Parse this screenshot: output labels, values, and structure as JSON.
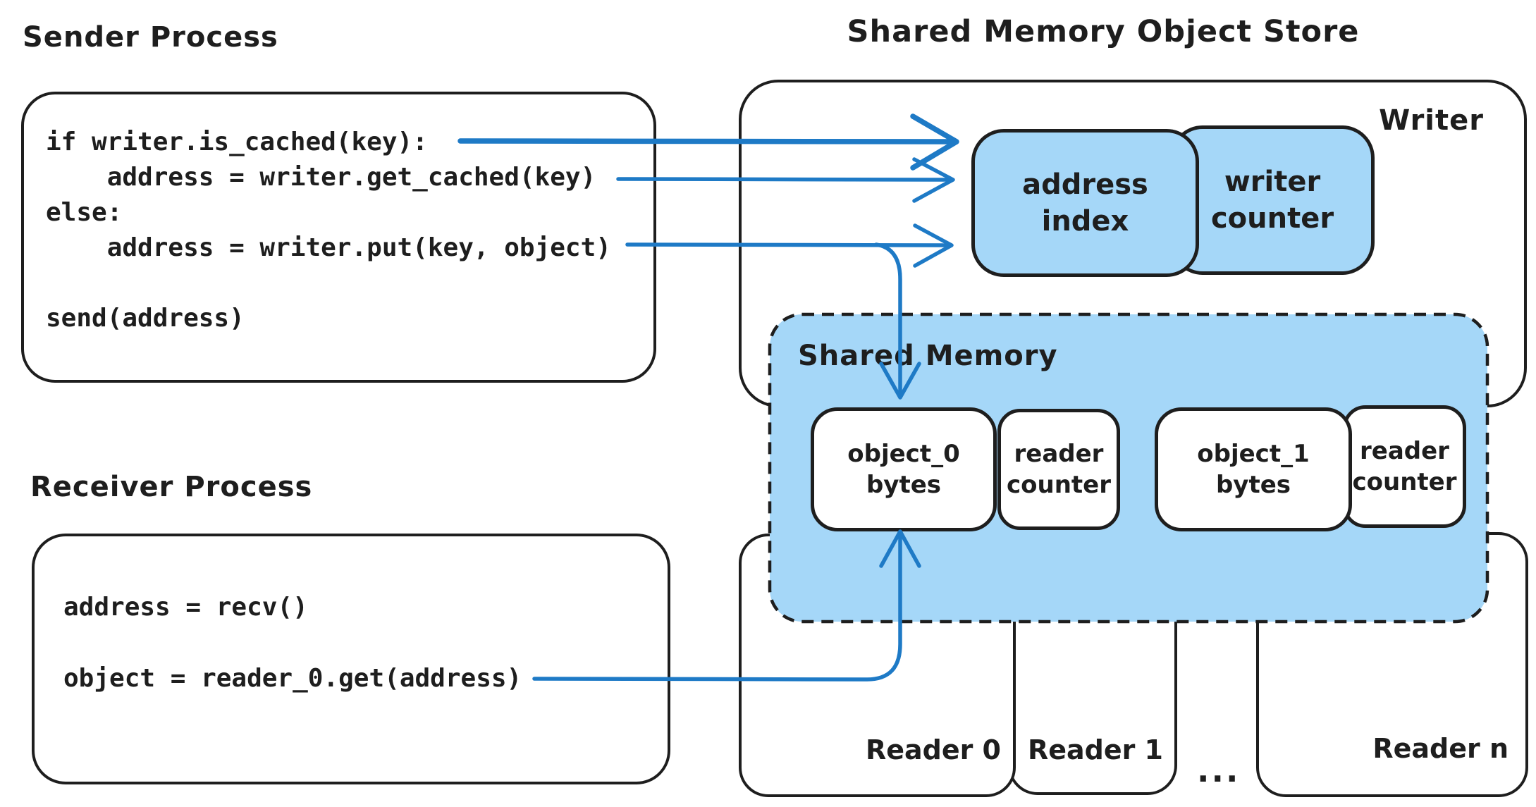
{
  "labels": {
    "sender_title": "Sender Process",
    "receiver_title": "Receiver Process",
    "store_title": "Shared Memory Object Store",
    "writer": "Writer",
    "shared_memory": "Shared Memory",
    "dots": "..."
  },
  "sender_code": [
    "if writer.is_cached(key):",
    "    address = writer.get_cached(key)",
    "else:",
    "    address = writer.put(key, object)",
    "send(address)"
  ],
  "receiver_code": [
    "address = recv()",
    "object = reader_0.get(address)"
  ],
  "writer_cells": {
    "address_index": "address\nindex",
    "writer_counter": "writer\ncounter"
  },
  "memory_cells": {
    "object0": "object_0\nbytes",
    "reader_counter0": "reader\ncounter",
    "object1": "object_1\nbytes",
    "reader_counter1": "reader\ncounter"
  },
  "readers": [
    {
      "label": "Reader 0"
    },
    {
      "label": "Reader 1"
    },
    {
      "label": "Reader n"
    }
  ],
  "colors": {
    "ink": "#1e1e1e",
    "arrow": "#1e7ac6",
    "fill": "#a5d7f8"
  }
}
